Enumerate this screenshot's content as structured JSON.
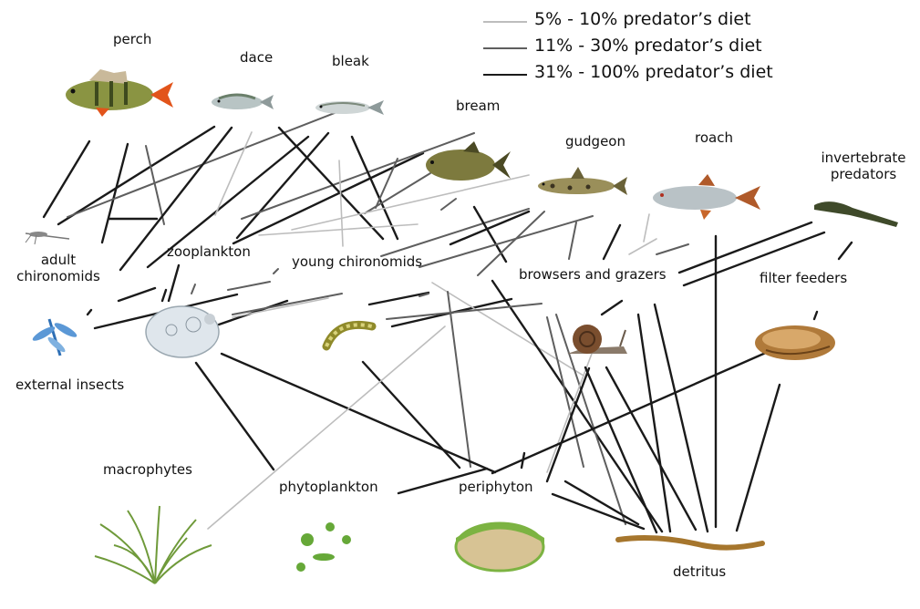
{
  "legend": [
    {
      "label": "5% - 10% predator’s diet",
      "color": "#bdbdbd",
      "weight": 1.6
    },
    {
      "label": "11% - 30% predator’s diet",
      "color": "#5e5e5e",
      "weight": 2.0
    },
    {
      "label": "31% - 100% predator’s diet",
      "color": "#1a1a1a",
      "weight": 2.4
    }
  ],
  "nodes": {
    "perch": "perch",
    "dace": "dace",
    "bleak": "bleak",
    "bream": "bream",
    "gudgeon": "gudgeon",
    "roach": "roach",
    "invertebrate_predators": "invertebrate\npredators",
    "adult_chironomids": "adult\nchironomids",
    "zooplankton": "zooplankton",
    "young_chironomids": "young chironomids",
    "browsers_grazers": "browsers and grazers",
    "filter_feeders": "filter feeders",
    "external_insects": "external insects",
    "macrophytes": "macrophytes",
    "phytoplankton": "phytoplankton",
    "periphyton": "periphyton",
    "detritus": "detritus"
  },
  "colors": {
    "fish_green": "#7a8a3a",
    "periphyton_green": "#7cb342",
    "phyto_green": "#66a838",
    "detritus_brown": "#a6762d",
    "plant_green": "#6f9a3a"
  }
}
